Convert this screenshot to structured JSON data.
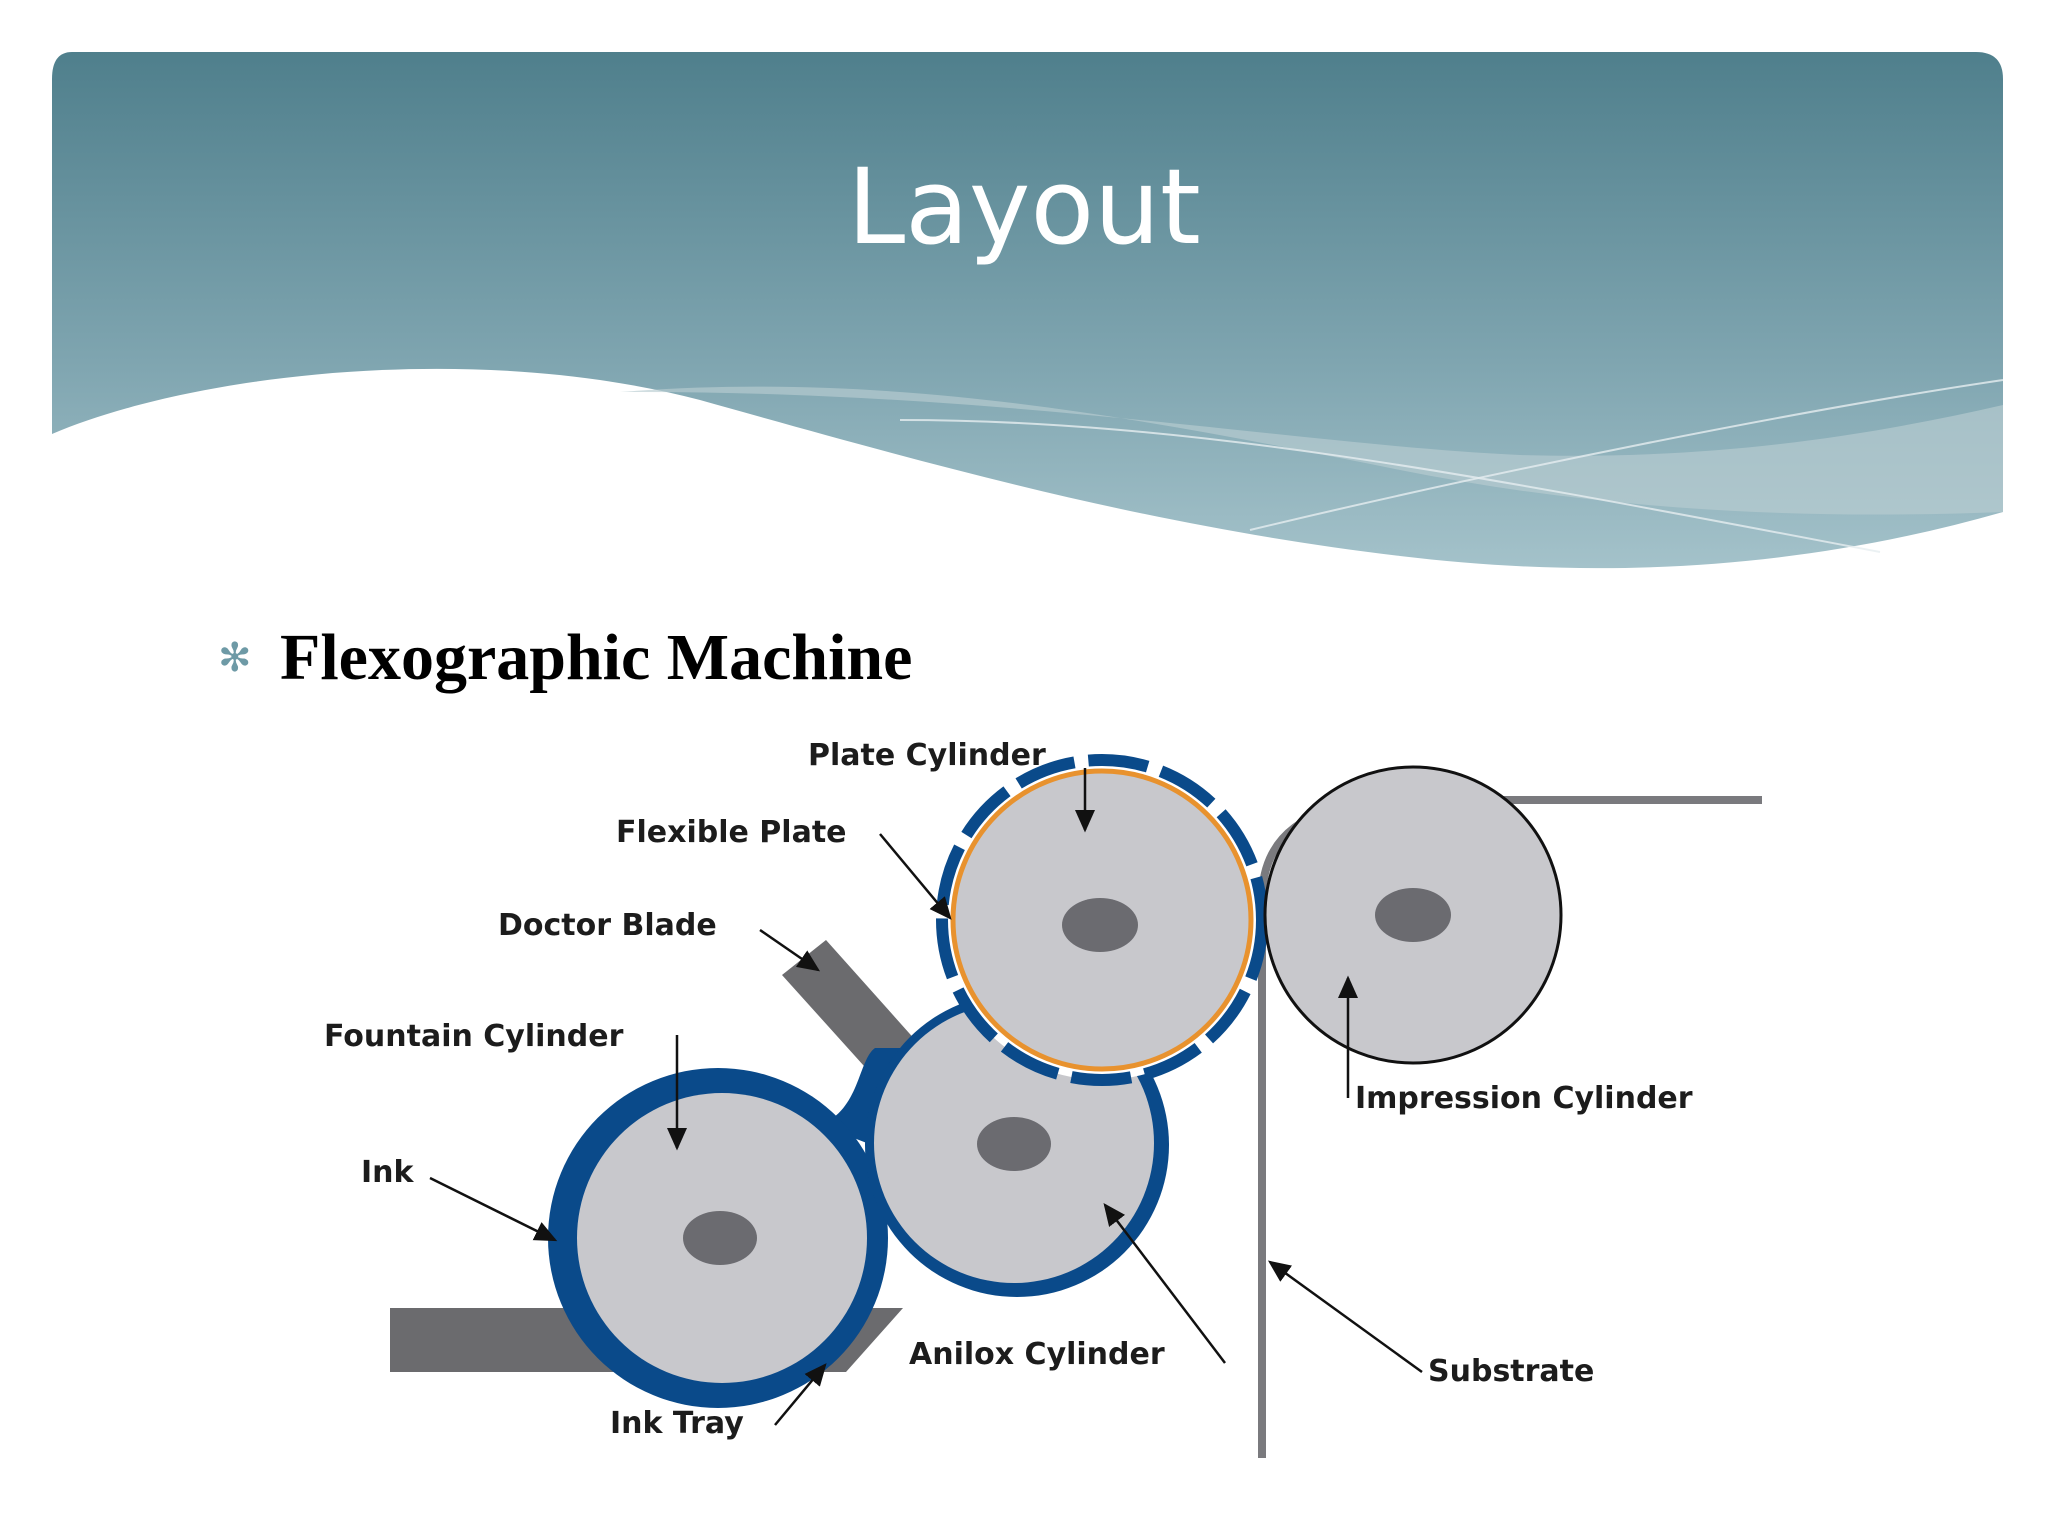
{
  "slide": {
    "title": "Layout",
    "bullet_glyph": "✻",
    "bullet_text": "Flexographic Machine"
  },
  "diagram": {
    "labels": {
      "plate_cylinder": "Plate Cylinder",
      "flexible_plate": "Flexible Plate",
      "doctor_blade": "Doctor Blade",
      "fountain_cylinder": "Fountain Cylinder",
      "ink": "Ink",
      "ink_tray": "Ink Tray",
      "anilox_cylinder": "Anilox Cylinder",
      "substrate": "Substrate",
      "impression_cylinder": "Impression Cylinder"
    }
  },
  "colors": {
    "header_top": "#4f7f8c",
    "header_bottom": "#9cbcc4",
    "ink_blue": "#0a4a8a",
    "cylinder_gray": "#c8c8cc",
    "hub_gray": "#6b6b70",
    "plate_orange": "#e8922e"
  }
}
